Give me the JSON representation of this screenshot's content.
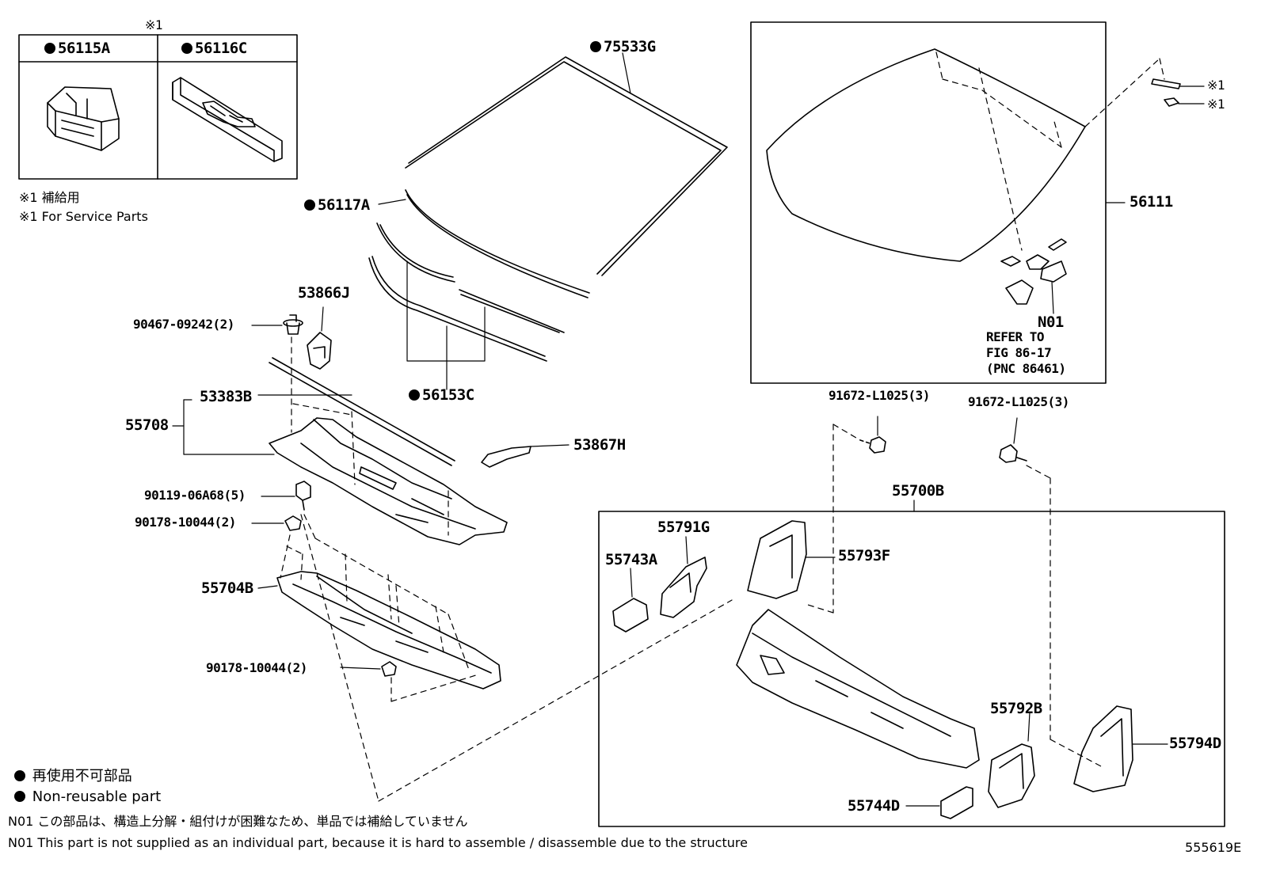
{
  "diagram_id": "555619E",
  "inset_box": {
    "header_mark": "※1",
    "col1_part": "56115A",
    "col2_part": "56116C"
  },
  "service_note_jp": "※1 補給用",
  "service_note_en": "※1 For Service Parts",
  "glass_box": {
    "part": "56111",
    "service_mark_1": "※1",
    "service_mark_2": "※1",
    "n01": "N01",
    "refer_line1": "REFER TO",
    "refer_line2": "FIG 86-17",
    "refer_line3": "(PNC 86461)"
  },
  "labels": {
    "p75533G": "75533G",
    "p56117A": "56117A",
    "p56153C": "56153C",
    "p53866J": "53866J",
    "p90467": "90467-09242(2)",
    "p53383B": "53383B",
    "p55708": "55708",
    "p53867H": "53867H",
    "p90119": "90119-06A68(5)",
    "p90178a": "90178-10044(2)",
    "p55704B": "55704B",
    "p90178b": "90178-10044(2)",
    "p91672a": "91672-L1025(3)",
    "p91672b": "91672-L1025(3)",
    "p55700B": "55700B",
    "p55791G": "55791G",
    "p55743A": "55743A",
    "p55793F": "55793F",
    "p55792B": "55792B",
    "p55794D": "55794D",
    "p55744D": "55744D"
  },
  "legend": {
    "nonreusable_jp": "再使用不可部品",
    "nonreusable_en": "Non-reusable part",
    "n01_jp": "N01 この部品は、構造上分解・組付けが困難なため、単品では補給していません",
    "n01_en": "N01 This part is not supplied as an individual part, because it is hard to assemble / disassemble due to the structure"
  }
}
